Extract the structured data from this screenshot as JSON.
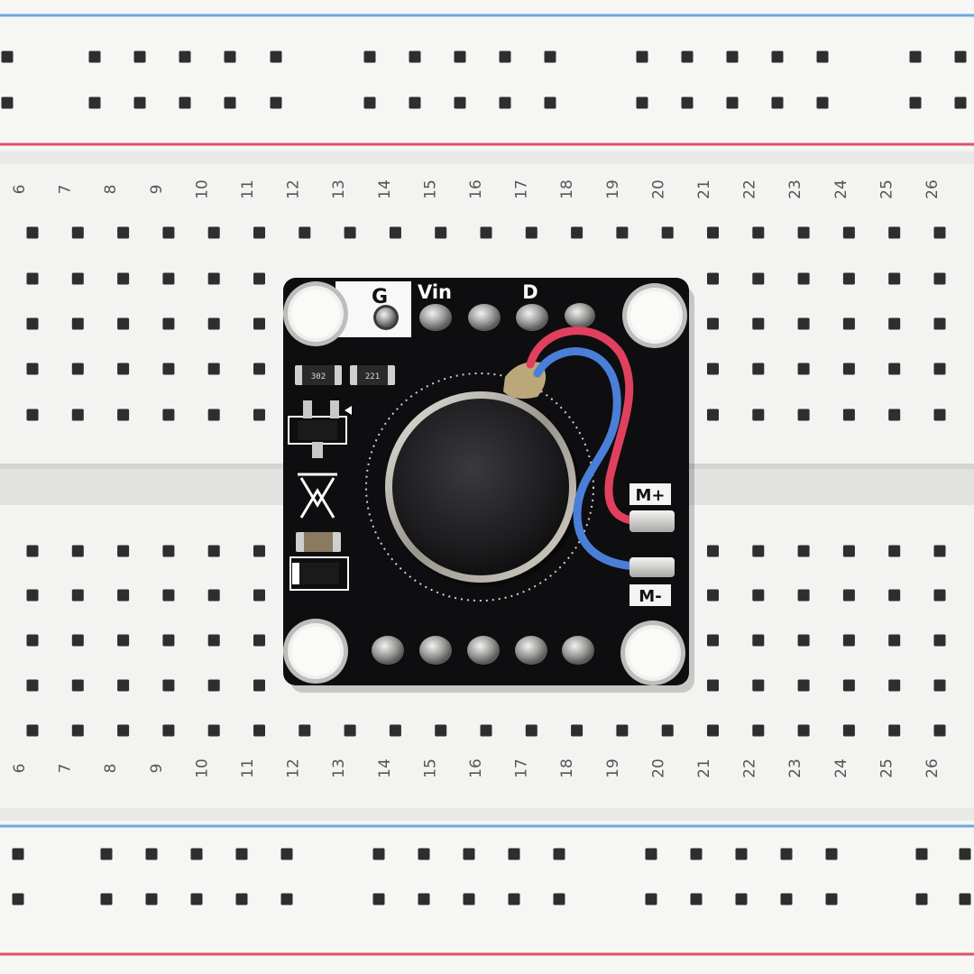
{
  "scene": {
    "description_free": true,
    "row_numbers_top": [
      "6",
      "7",
      "8",
      "9",
      "10",
      "11",
      "12",
      "13",
      "14",
      "15",
      "16",
      "17",
      "18",
      "19",
      "20",
      "21",
      "22",
      "23",
      "24",
      "25",
      "26"
    ],
    "row_numbers_bottom": [
      "6",
      "7",
      "8",
      "9",
      "10",
      "11",
      "12",
      "13",
      "14",
      "15",
      "16",
      "17",
      "18",
      "19",
      "20",
      "21",
      "22",
      "23",
      "24",
      "25",
      "26"
    ],
    "pin_labels": {
      "ground": "G",
      "vin": "Vin",
      "data": "D"
    },
    "motor_labels": {
      "positive": "M+",
      "negative": "M-"
    },
    "component_codes": {
      "resistor_1": "302",
      "resistor_2": "221"
    },
    "colors": {
      "rail_red": "#e0506a",
      "rail_blue": "#6aa8e0",
      "board": "#0e0e10",
      "wire_red": "#e0405e",
      "wire_blue": "#4a7fd8"
    }
  }
}
